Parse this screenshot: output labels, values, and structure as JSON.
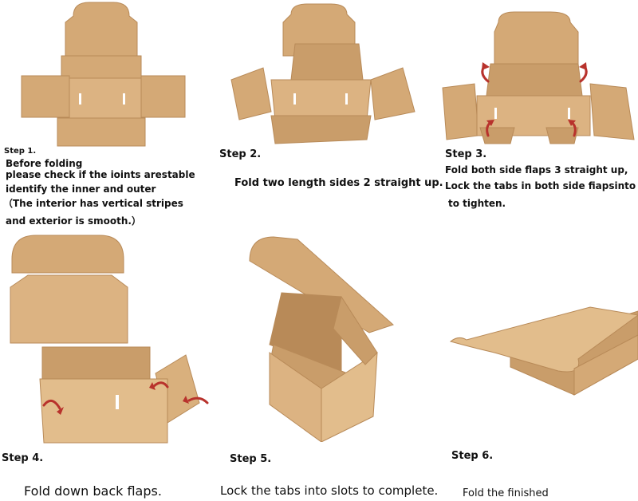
{
  "steps": [
    {
      "label": "Step 1.",
      "lines": [
        "Before folding",
        "please check if the ioints arestable",
        "identify the inner and outer",
        "（The interior has vertical stripes",
        "and exterior is smooth.）"
      ]
    },
    {
      "label": "Step 2.",
      "text": "Fold two length sides 2 straight up."
    },
    {
      "label": "Step 3.",
      "lines": [
        "Fold both side flaps 3 straight up,",
        "Lock the tabs in both side fiapsinto slots",
        "to tighten."
      ]
    },
    {
      "label": "Step 4.",
      "text": "Fold down back flaps."
    },
    {
      "label": "Step 5.",
      "text": "Lock the tabs into slots to complete."
    },
    {
      "label": "Step 6.",
      "text": "Fold the finished"
    }
  ],
  "colors": {
    "cardboard": "#d4a976",
    "cardboard_light": "#e2bd8c",
    "cardboard_dark": "#b88a58",
    "arrow": "#b8322c"
  }
}
